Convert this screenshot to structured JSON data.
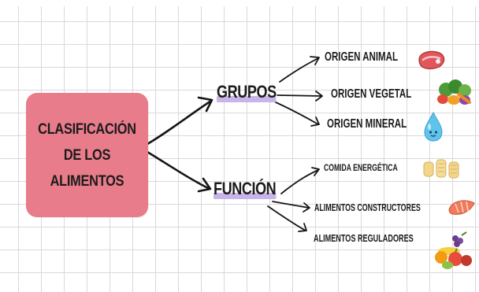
{
  "main": {
    "lines": [
      "CLASIFICACIÓN",
      "DE LOS",
      "ALIMENTOS"
    ],
    "color": "#e87c8a"
  },
  "categories": {
    "grupos": "GRUPOS",
    "funcion": "FUNCIÓN",
    "highlight_color": "#c8b4e6"
  },
  "grupos_items": [
    "ORIGEN ANIMAL",
    "ORIGEN VEGETAL",
    "ORIGEN MINERAL"
  ],
  "funcion_items": [
    "COMIDA ENERGÉTICA",
    "ALIMENTOS CONSTRUCTORES",
    "ALIMENTOS REGULADORES"
  ],
  "icons": [
    "meat-steak-icon",
    "vegetables-icon",
    "water-drop-icon",
    "pasta-icon",
    "salmon-fillet-icon",
    "fruits-icon"
  ]
}
